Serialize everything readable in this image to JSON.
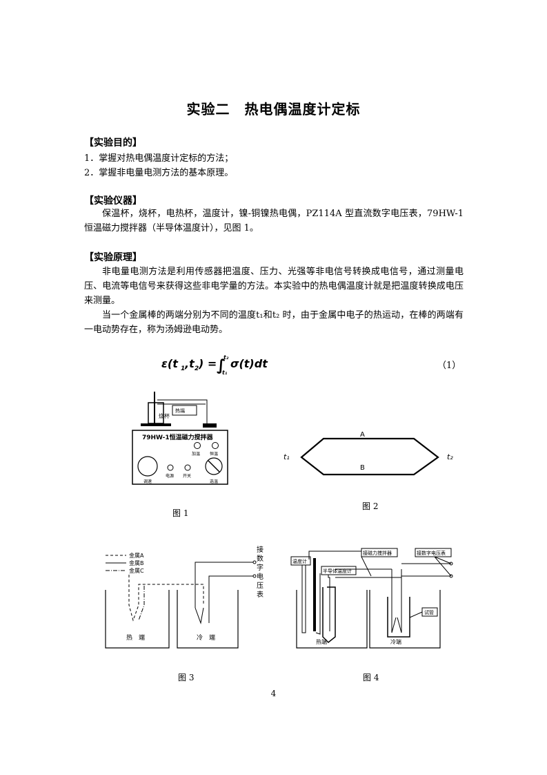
{
  "title": "实验二　热电偶温度计定标",
  "sections": {
    "purpose": {
      "heading": "【实验目的】",
      "items": [
        "1．掌握对热电偶温度计定标的方法；",
        "2．掌握非电量电测方法的基本原理。"
      ]
    },
    "apparatus": {
      "heading": "【实验仪器】",
      "text": "保温杯，烧杯，电热杯，温度计，镍-铜镍热电偶，PZ114A 型直流数字电压表，79HW-1 恒温磁力搅拌器（半导体温度计），见图 1。"
    },
    "principle": {
      "heading": "【实验原理】",
      "p1": "非电量电测方法是利用传感器把温度、压力、光强等非电信号转换成电信号，通过测量电压、电流等电信号来获得这些非电学量的方法。本实验中的热电偶温度计就是把温度转换成电压来测量。",
      "p2": "当一个金属棒的两端分别为不同的温度t₁和t₂ 时，由于金属中电子的热运动，在棒的两端有一电动势存在，称为汤姆逊电动势。"
    }
  },
  "equation": {
    "text": "ε(t₁,t₂) = ∫ σ(t)dt",
    "lower": "t₁",
    "upper": "t₂",
    "number": "（1）"
  },
  "figures": {
    "fig1": {
      "caption": "图 1",
      "labels": {
        "beaker": "烧杯",
        "hot_end": "热端",
        "device": "79HW-1恒温磁力搅拌器",
        "heat": "加温",
        "const_temp": "恒温",
        "speed": "调速",
        "power": "电源",
        "switch": "开关",
        "temp_select": "选温"
      }
    },
    "fig2": {
      "caption": "图 2",
      "labels": {
        "a": "A",
        "b": "B",
        "t1": "t₁",
        "t2": "t₂"
      }
    },
    "fig3": {
      "caption": "图 3",
      "legend": [
        "金属A",
        "金属B",
        "金属C"
      ],
      "labels": {
        "hot": "热　端",
        "cold": "冷　端",
        "meter": "接数字电压表"
      }
    },
    "fig4": {
      "caption": "图 4",
      "labels": {
        "thermometer": "温度计",
        "stirrer": "接磁力搅拌器",
        "voltmeter": "接数字电压表",
        "semiconductor": "半导体温度计",
        "tube": "试管",
        "hot": "热端",
        "cold": "冷端"
      }
    }
  },
  "page_number": "4"
}
